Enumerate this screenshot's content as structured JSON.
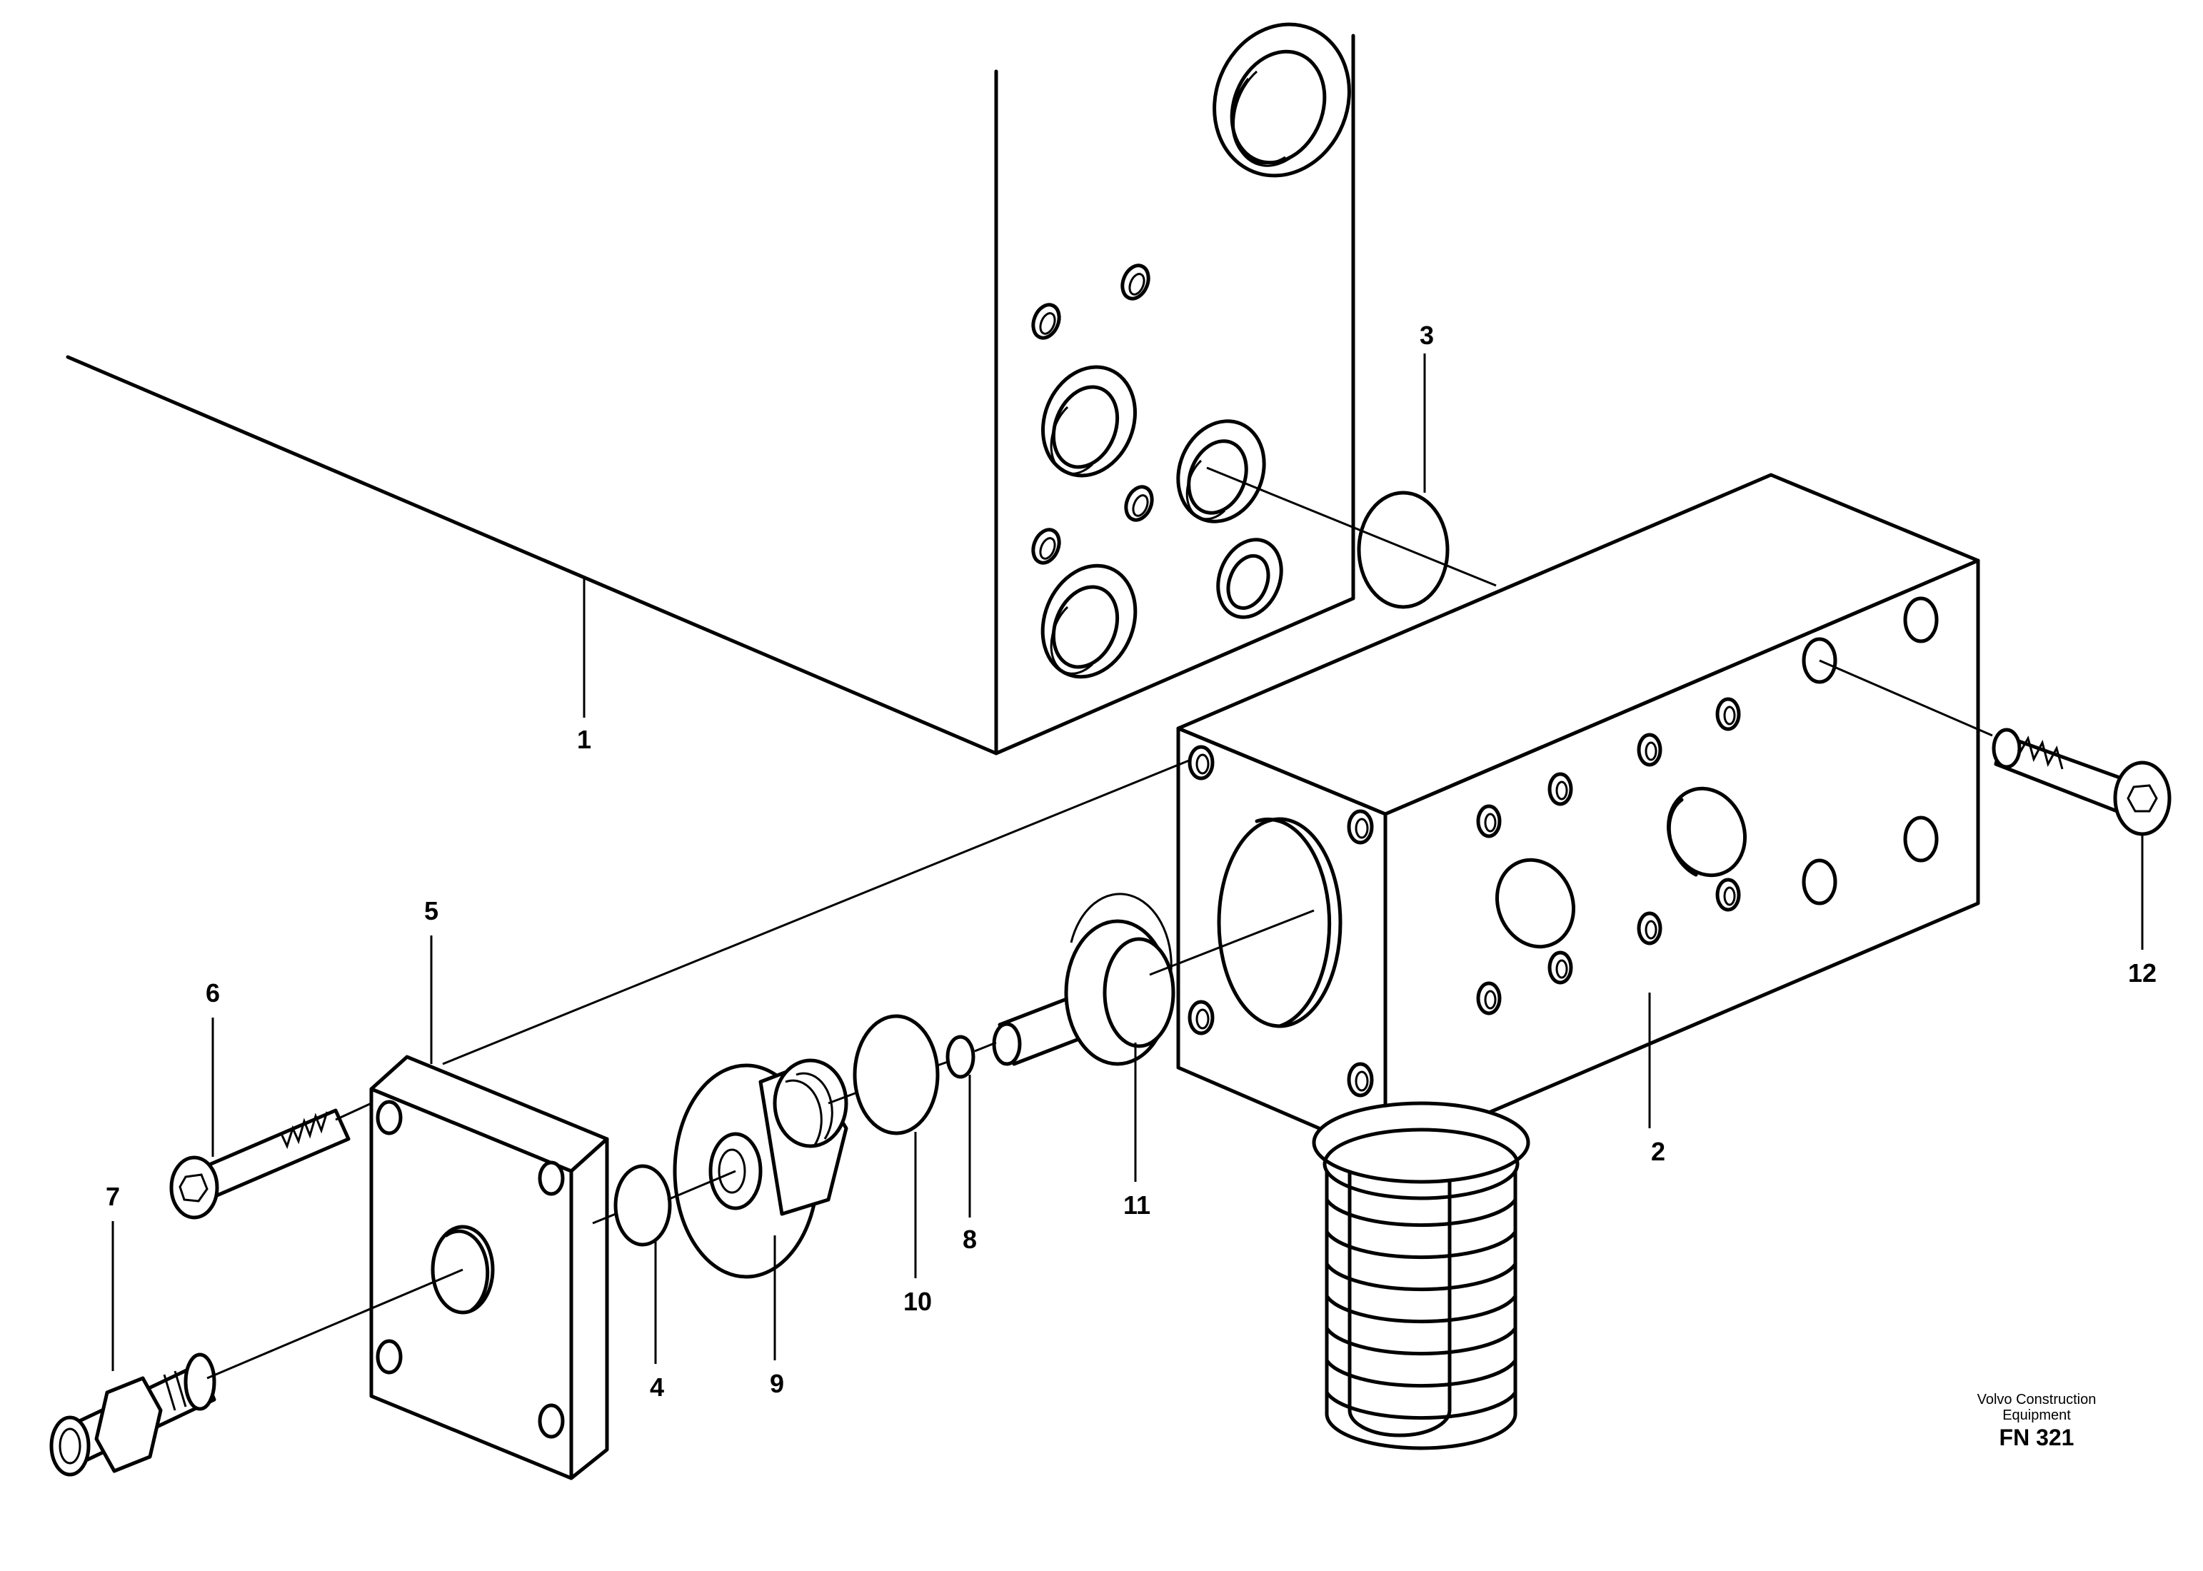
{
  "callouts": {
    "c1": "1",
    "c2": "2",
    "c3": "3",
    "c4": "4",
    "c5": "5",
    "c6": "6",
    "c7": "7",
    "c8": "8",
    "c9": "9",
    "c10": "10",
    "c11": "11",
    "c12": "12"
  },
  "footer": {
    "brand_line1": "Volvo Construction",
    "brand_line2": "Equipment",
    "figure_code": "FN 321"
  }
}
